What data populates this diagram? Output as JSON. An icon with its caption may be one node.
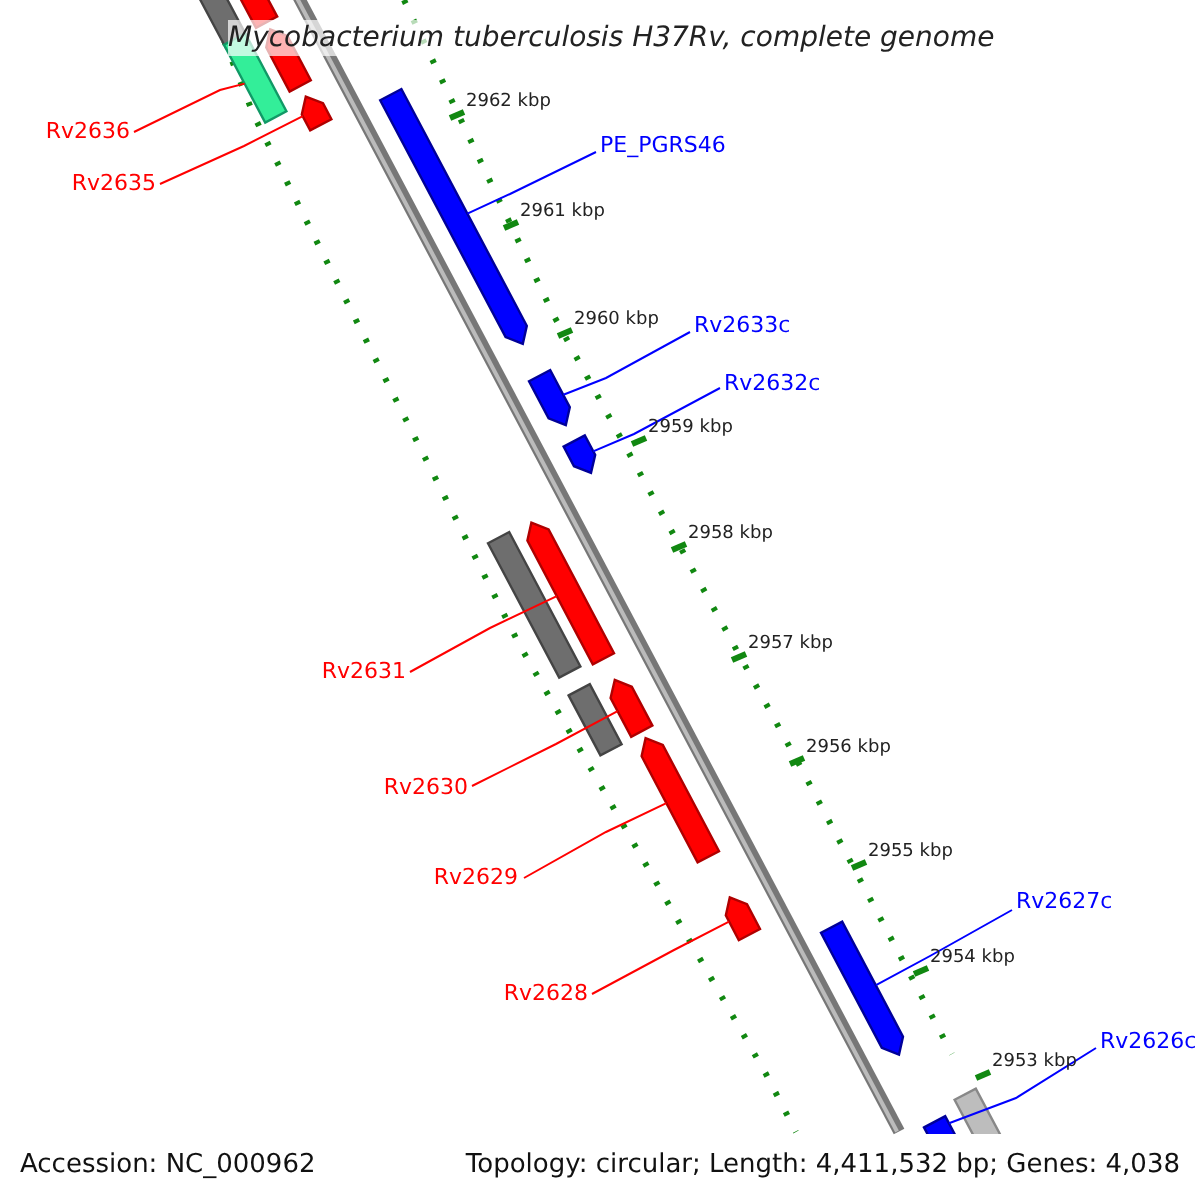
{
  "diagram": {
    "title": "Mycobacterium tuberculosis H37Rv, complete genome",
    "nodes": [
      {
        "text": [
          "Rv2636"
        ]
      },
      {
        "text": [
          "Rv2635"
        ]
      },
      {
        "text": [
          "PE_PGRS46"
        ]
      },
      {
        "text": [
          "Rv2633c"
        ]
      },
      {
        "text": [
          "Rv2632c"
        ]
      },
      {
        "text": [
          "Rv2631"
        ]
      },
      {
        "text": [
          "Rv2630"
        ]
      },
      {
        "text": [
          "Rv2629"
        ]
      },
      {
        "text": [
          "Rv2628"
        ]
      },
      {
        "text": [
          "Rv2627c"
        ]
      },
      {
        "text": [
          "Rv2626c"
        ]
      },
      {
        "text": [],
        "shape": "bar"
      },
      {
        "text": [],
        "shape": "bar"
      },
      {
        "text": [],
        "shape": "bar"
      },
      {
        "text": [],
        "shape": "bar"
      },
      {
        "text": [],
        "shape": "bar"
      },
      {
        "text": [],
        "shape": "bar"
      },
      {
        "text": [],
        "shape": "bar"
      },
      {
        "text": [],
        "shape": "bar"
      },
      {
        "text": [],
        "shape": "bar"
      },
      {
        "text": [],
        "shape": "bar"
      },
      {
        "text": [],
        "shape": "bar"
      },
      {
        "text": [],
        "shape": "bar"
      },
      {
        "text": [],
        "shape": "bar"
      },
      {
        "text": [],
        "shape": "bar"
      },
      {
        "text": [],
        "shape": "bar"
      },
      {
        "text": [],
        "shape": "bar"
      },
      {
        "text": [],
        "shape": "bar"
      }
    ],
    "edges": [
      {
        "from": 0,
        "to": 13,
        "arrow": "none"
      },
      {
        "from": 1,
        "to": 15,
        "arrow": "none"
      },
      {
        "from": 2,
        "to": 16,
        "arrow": "none",
        "color": "#0000ff"
      },
      {
        "from": 3,
        "to": 17,
        "arrow": "none",
        "color": "#0000ff"
      },
      {
        "from": 4,
        "to": 18,
        "arrow": "none",
        "color": "#0000ff"
      },
      {
        "from": 5,
        "to": 20,
        "arrow": "none"
      },
      {
        "from": 6,
        "to": 22,
        "arrow": "none"
      },
      {
        "from": 7,
        "to": 23,
        "arrow": "none"
      },
      {
        "from": 8,
        "to": 24,
        "arrow": "none"
      },
      {
        "from": 9,
        "to": 25,
        "arrow": "none",
        "color": "#0000ff"
      },
      {
        "from": 10,
        "to": 27,
        "arrow": "none",
        "color": "#0000ff"
      }
    ],
    "labels": [
      "2962 kbp",
      "2961 kbp",
      "2960 kbp",
      "2959 kbp",
      "2958 kbp",
      "2957 kbp",
      "2956 kbp",
      "2955 kbp",
      "2954 kbp",
      "2953 kbp",
      "Accession: NC_000962",
      "Topology: circular; Length: 4,411,532 bp; Genes: 4,038"
    ]
  }
}
